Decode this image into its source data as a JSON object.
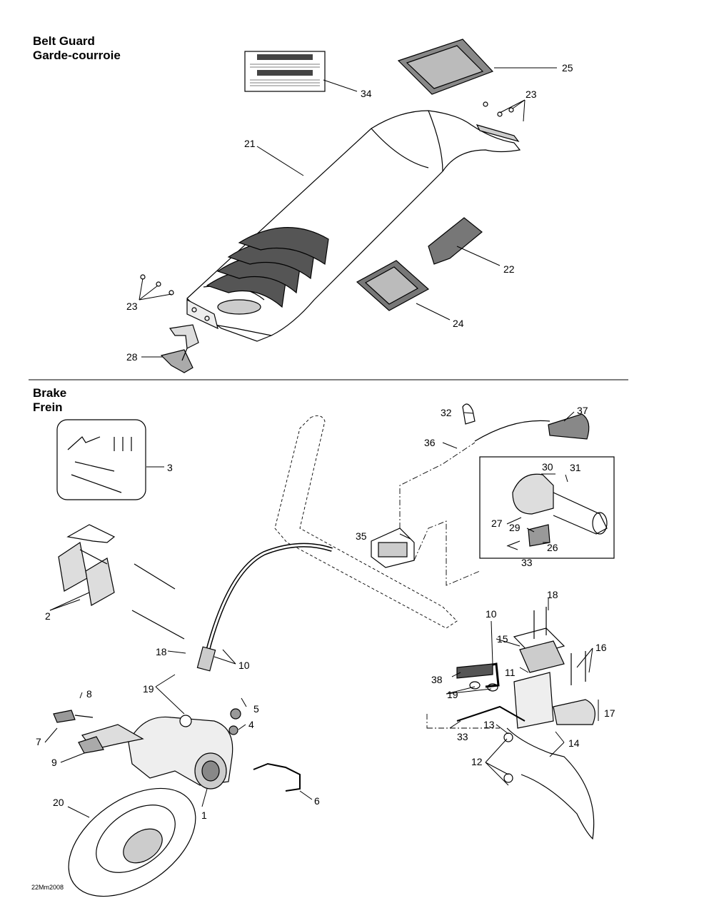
{
  "sections": {
    "belt_guard": {
      "title_en": "Belt Guard",
      "title_fr": "Garde-courroie"
    },
    "brake": {
      "title_en": "Brake",
      "title_fr": "Frein"
    }
  },
  "drawing_code": "22Mm2008",
  "callouts": {
    "c21": "21",
    "c22": "22",
    "c23a": "23",
    "c23b": "23",
    "c24": "24",
    "c25": "25",
    "c28": "28",
    "c34": "34",
    "c1": "1",
    "c2": "2",
    "c3": "3",
    "c4": "4",
    "c5": "5",
    "c6": "6",
    "c7": "7",
    "c8": "8",
    "c9": "9",
    "c10a": "10",
    "c10b": "10",
    "c11": "11",
    "c12": "12",
    "c13": "13",
    "c14": "14",
    "c15": "15",
    "c16": "16",
    "c17": "17",
    "c18a": "18",
    "c18b": "18",
    "c19a": "19",
    "c19b": "19",
    "c20": "20",
    "c26": "26",
    "c27": "27",
    "c29": "29",
    "c30": "30",
    "c31": "31",
    "c32": "32",
    "c33a": "33",
    "c33b": "33",
    "c35": "35",
    "c36": "36",
    "c37": "37",
    "c38": "38"
  }
}
